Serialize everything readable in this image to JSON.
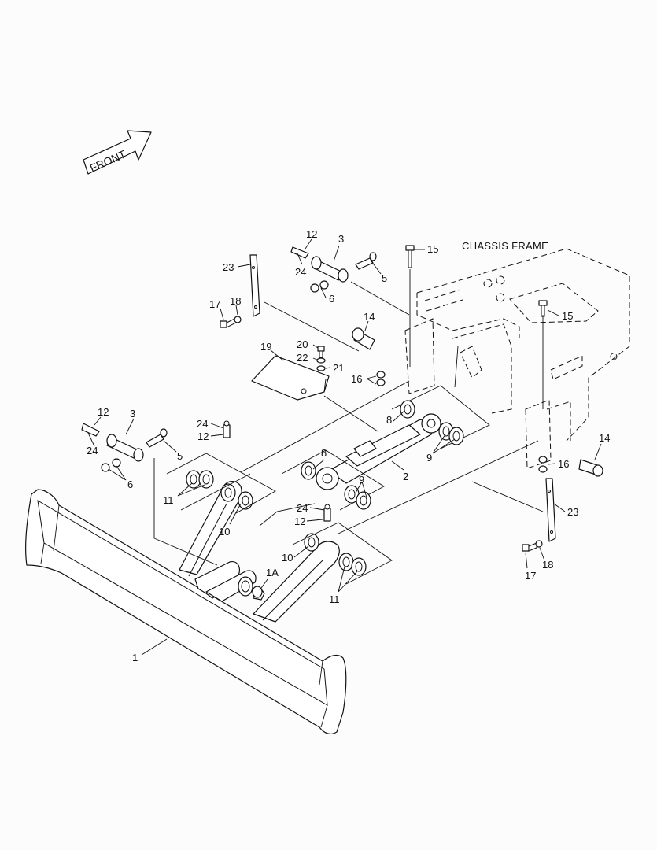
{
  "diagram": {
    "front_label": "FRONT",
    "chassis_label": "CHASSIS FRAME",
    "callouts": {
      "c1": "1",
      "c1a": "1A",
      "c2": "2",
      "c3_top": "3",
      "c3_left": "3",
      "c5_top": "5",
      "c5_left": "5",
      "c6_top": "6",
      "c6_left": "6",
      "c8_top": "8",
      "c8_mid": "8",
      "c9_top": "9",
      "c9_mid": "9",
      "c10_left": "10",
      "c10_right": "10",
      "c11_left": "11",
      "c11_right": "11",
      "c12_top": "12",
      "c12_left": "12",
      "c12_upper": "12",
      "c12_lower": "12",
      "c14_top": "14",
      "c14_right": "14",
      "c15_top": "15",
      "c15_right": "15",
      "c16_top": "16",
      "c16_right": "16",
      "c17_top": "17",
      "c17_right": "17",
      "c18_top": "18",
      "c18_right": "18",
      "c19": "19",
      "c20": "20",
      "c21": "21",
      "c22": "22",
      "c23_top": "23",
      "c23_right": "23",
      "c24_top": "24",
      "c24_left": "24",
      "c24_upper": "24",
      "c24_lower": "24"
    }
  }
}
